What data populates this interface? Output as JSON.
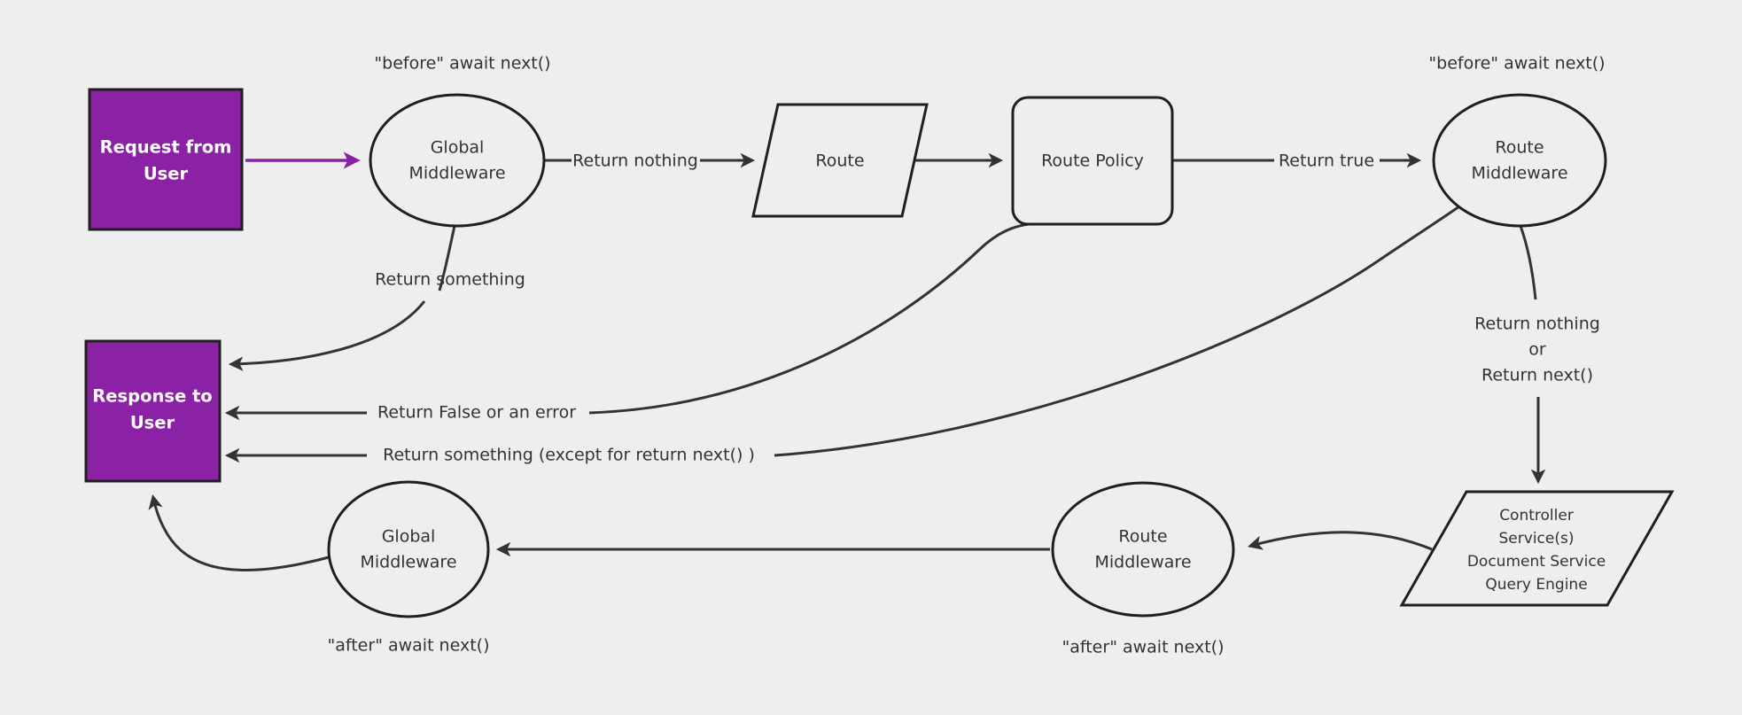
{
  "diagram": {
    "kind": "middleware-request-lifecycle-flowchart",
    "nodes": {
      "request_from_user": {
        "shape": "rect-purple",
        "lines": [
          "Request from",
          "User"
        ]
      },
      "global_middleware_top": {
        "shape": "ellipse",
        "lines": [
          "Global",
          "Middleware"
        ]
      },
      "route": {
        "shape": "parallelogram",
        "lines": [
          "Route"
        ]
      },
      "route_policy": {
        "shape": "rounded-rect",
        "lines": [
          "Route Policy"
        ]
      },
      "route_middleware_top": {
        "shape": "ellipse",
        "lines": [
          "Route",
          "Middleware"
        ]
      },
      "controller_stack": {
        "shape": "parallelogram",
        "lines": [
          "Controller",
          "Service(s)",
          "Document Service",
          "Query Engine"
        ]
      },
      "route_middleware_bottom": {
        "shape": "ellipse",
        "lines": [
          "Route",
          "Middleware"
        ]
      },
      "global_middleware_bottom": {
        "shape": "ellipse",
        "lines": [
          "Global",
          "Middleware"
        ]
      },
      "response_to_user": {
        "shape": "rect-purple",
        "lines": [
          "Response to",
          "User"
        ]
      }
    },
    "edge_labels": {
      "before_global": "\"before\" await next()",
      "return_nothing": "Return nothing",
      "return_true": "Return true",
      "before_route": "\"before\" await next()",
      "return_nothing_or": [
        "Return nothing",
        "or",
        "Return next()"
      ],
      "return_something": "Return something",
      "return_false_or_error": "Return False or an error",
      "return_something_except": "Return something (except for return next() )",
      "after_route": "\"after\" await next()",
      "after_global": "\"after\" await next()"
    },
    "colors": {
      "background": "#eeeeee",
      "node_fill": "#eeeeee",
      "node_stroke": "#1f1f1f",
      "edge_stroke": "#333333",
      "accent_purple": "#8b21a5",
      "label_text": "#333333",
      "node_text_light": "#ffffff"
    }
  }
}
